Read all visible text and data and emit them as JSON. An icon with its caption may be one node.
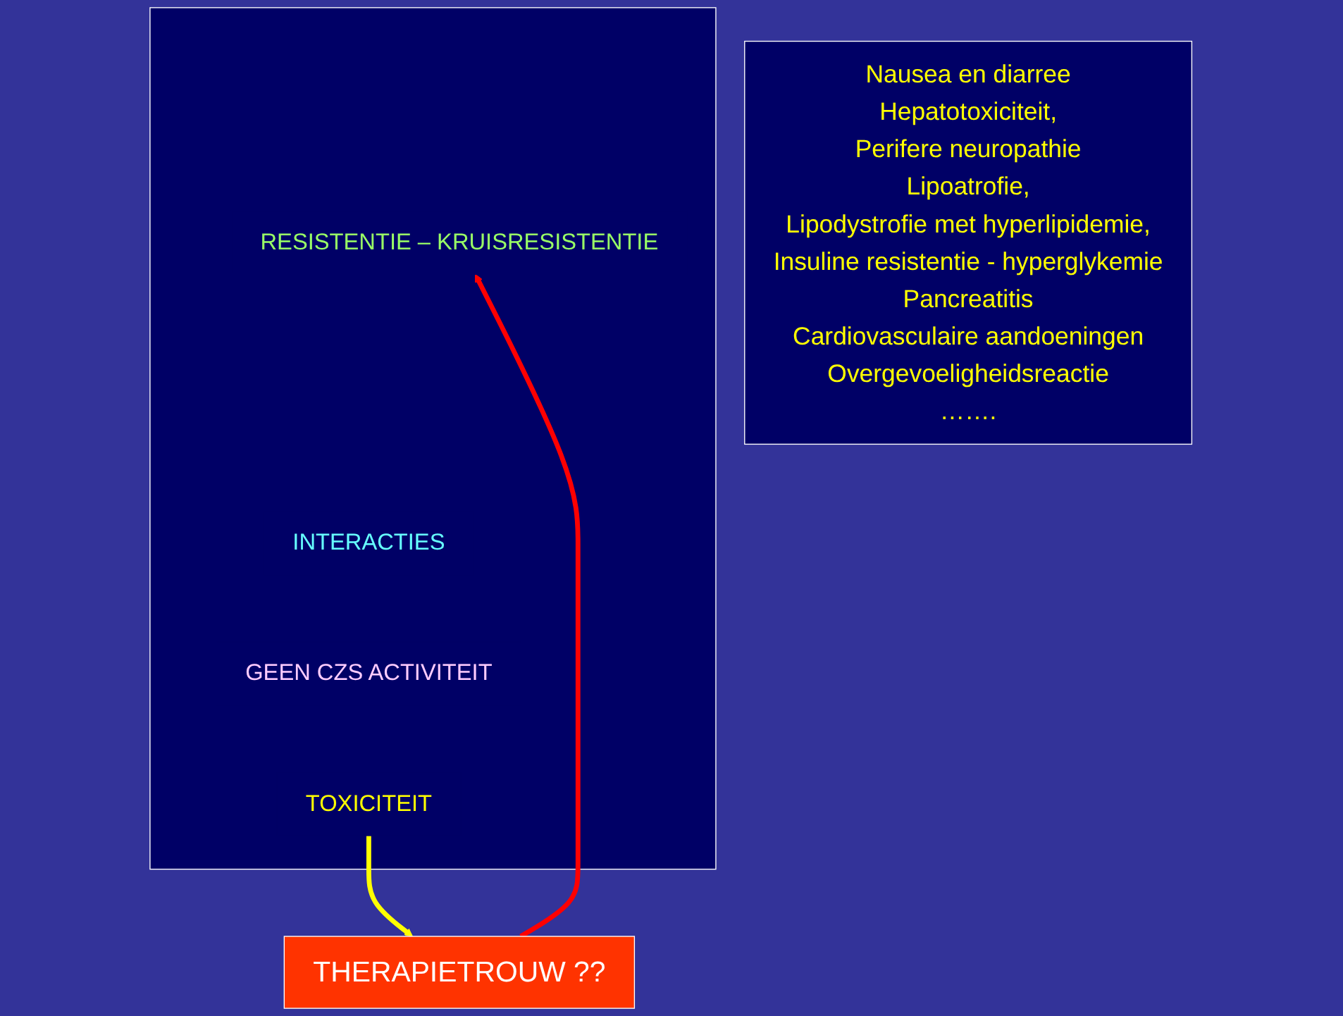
{
  "diagram": {
    "nodes": [
      {
        "text": [],
        "shape": "box"
      },
      {
        "text": [
          "RESISTENTIE – KRUISRESISTENTIE"
        ],
        "in": 0
      },
      {
        "text": [
          "INTERACTIES"
        ],
        "in": 0
      },
      {
        "text": [
          "GEEN CZS ACTIVITEIT"
        ],
        "in": 0
      },
      {
        "text": [
          "TOXICITEIT"
        ],
        "in": 0
      },
      {
        "text": [
          "THERAPIETROUW ??"
        ]
      },
      {
        "text": [
          "Nausea en diarree",
          "Hepatotoxiciteit,",
          "Perifere neuropathie",
          "Lipoatrofie,",
          "Lipodystrofie met hyperlipidemie,",
          "Insuline resistentie - hyperglykemie",
          "Pancreatitis",
          "Cardiovasculaire aandoeningen",
          "Overgevoeligheidsreactie",
          "……."
        ]
      }
    ],
    "edges": [
      {
        "from": 5,
        "to": 1,
        "arrow": "to",
        "color": "#ff0000"
      },
      {
        "from": 4,
        "to": 5,
        "arrow": "to",
        "color": "#ffff00"
      }
    ]
  }
}
